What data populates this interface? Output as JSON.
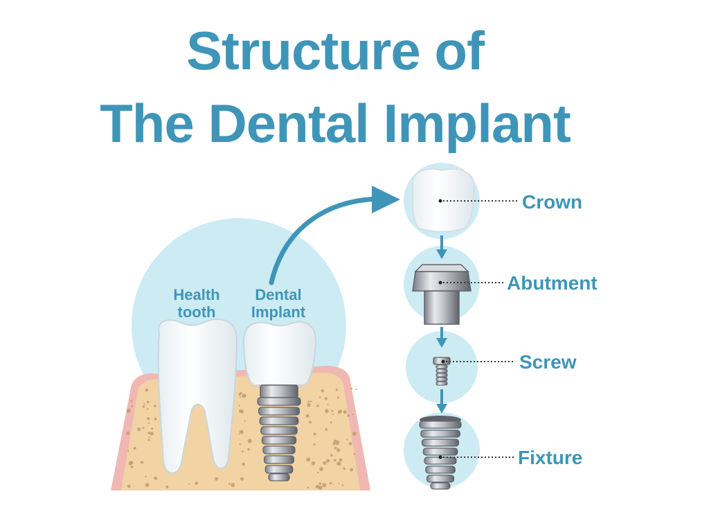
{
  "title": {
    "line1": "Structure of",
    "line2": "The Dental Implant"
  },
  "left_labels": {
    "health": {
      "line1": "Health",
      "line2": "tooth"
    },
    "implant": {
      "line1": "Dental",
      "line2": "Implant"
    }
  },
  "parts": [
    {
      "key": "crown",
      "label": "Crown"
    },
    {
      "key": "abutment",
      "label": "Abutment"
    },
    {
      "key": "screw",
      "label": "Screw"
    },
    {
      "key": "fixture",
      "label": "Fixture"
    }
  ],
  "colors": {
    "title": "#3f95b8",
    "circle_bg": "#cdebf3",
    "arrow": "#3f95b8",
    "bone": "#f2d3a3",
    "bone_dot": "#c7a37a",
    "gum": "#f1b8b3",
    "tooth": "#ffffff",
    "metal_light": "#e3e5e8",
    "metal_dark": "#6e7178"
  }
}
